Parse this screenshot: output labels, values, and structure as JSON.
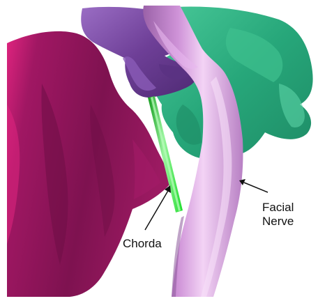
{
  "labels": {
    "chorda": "Chorda",
    "facial_nerve_line1": "Facial",
    "facial_nerve_line2": "Nerve"
  },
  "structures": {
    "magenta_mass": {
      "color": "#8e1457",
      "highlight": "#e0247f"
    },
    "green_mass": {
      "color": "#27a77a",
      "highlight": "#49c999"
    },
    "purple_mass": {
      "color": "#6e3f97",
      "highlight": "#9a6dc4"
    },
    "chorda_tube": {
      "color": "#1ddd2a",
      "highlight": "#9bf59f"
    },
    "facial_nerve": {
      "color": "#cf93d8",
      "highlight": "#f3d3f5",
      "shadow": "#9b62a8"
    }
  }
}
